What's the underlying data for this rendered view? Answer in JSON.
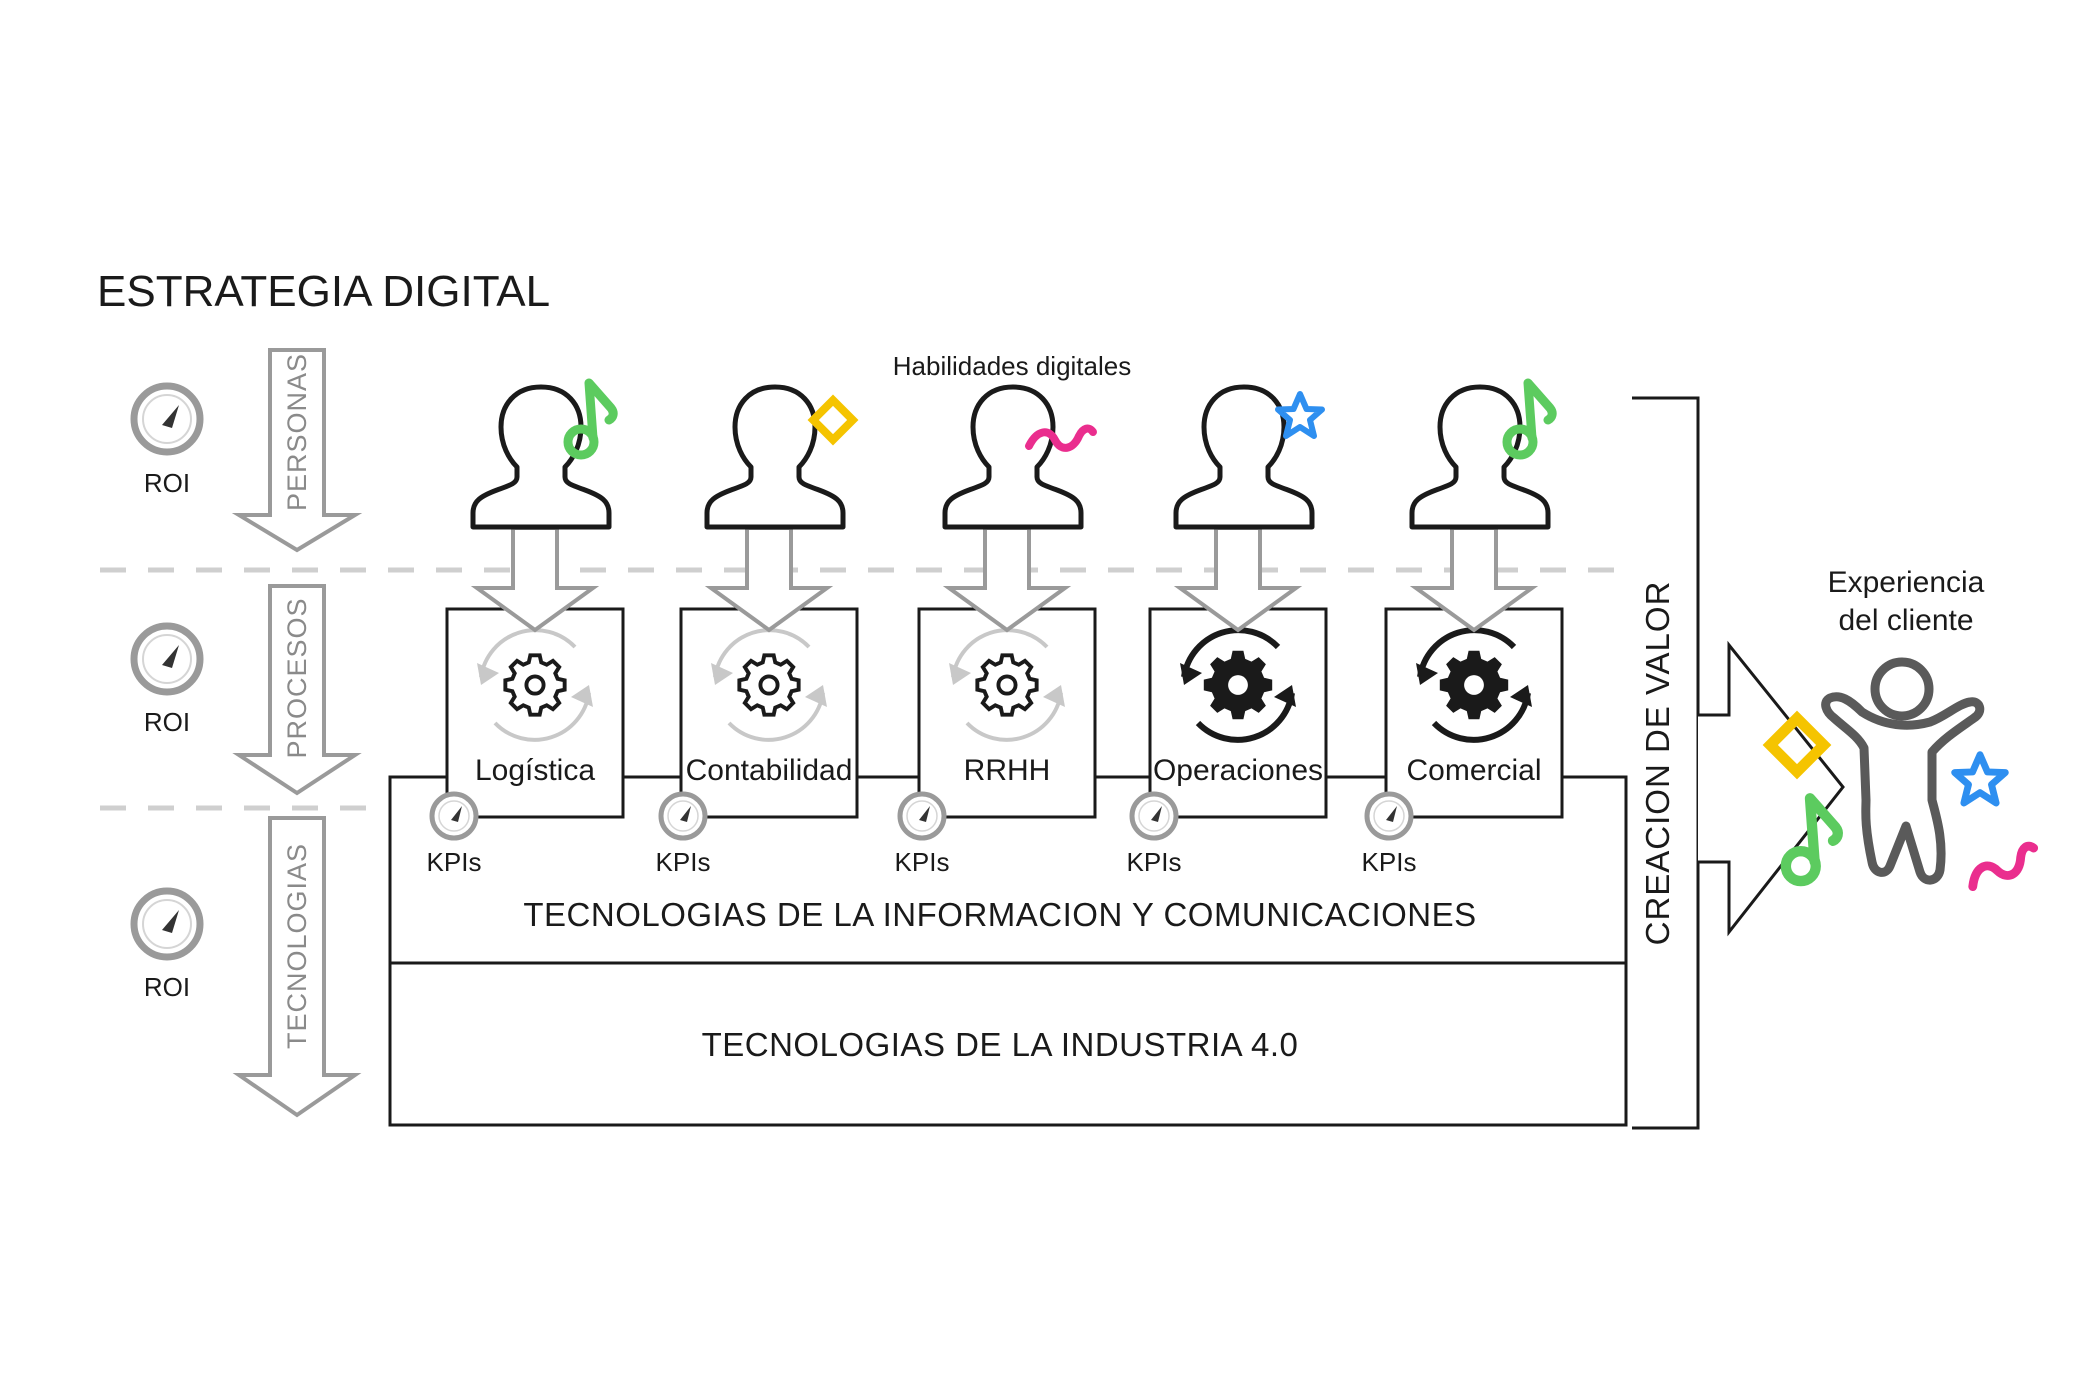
{
  "title": "ESTRATEGIA DIGITAL",
  "skills_label": "Habilidades digitales",
  "layers": [
    {
      "label": "PERSONAS",
      "roi": "ROI"
    },
    {
      "label": "PROCESOS",
      "roi": "ROI"
    },
    {
      "label": "TECNOLOGIAS",
      "roi": "ROI"
    }
  ],
  "departments": [
    {
      "name": "Logística",
      "kpi": "KPIs",
      "skill_icon": "green-note-icon",
      "active": false
    },
    {
      "name": "Contabilidad",
      "kpi": "KPIs",
      "skill_icon": "yellow-diamond-icon",
      "active": false
    },
    {
      "name": "RRHH",
      "kpi": "KPIs",
      "skill_icon": "pink-squiggle-icon",
      "active": false
    },
    {
      "name": "Operaciones",
      "kpi": "KPIs",
      "skill_icon": "blue-star-icon",
      "active": true
    },
    {
      "name": "Comercial",
      "kpi": "KPIs",
      "skill_icon": "green-note-icon",
      "active": true
    }
  ],
  "tic_label": "TECNOLOGIAS DE LA INFORMACION Y COMUNICACIONES",
  "industry_label": "TECNOLOGIAS DE LA INDUSTRIA 4.0",
  "value_label": "CREACION DE VALOR",
  "customer_label_line1": "Experiencia",
  "customer_label_line2": "del cliente",
  "colors": {
    "green": "#5ccb5f",
    "yellow": "#f5c400",
    "pink": "#ea2e8e",
    "blue": "#2e8ff0",
    "gray": "#9a9a9a",
    "dark": "#1a1a1a"
  }
}
